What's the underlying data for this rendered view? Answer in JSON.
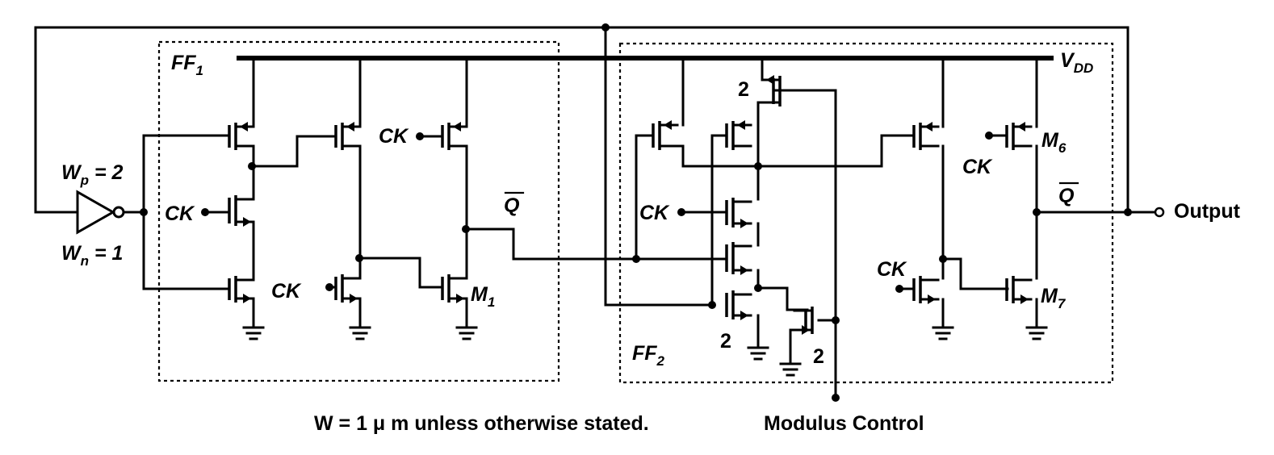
{
  "diagram": {
    "ff1_label": "FF",
    "ff1_sub": "1",
    "ff2_label": "FF",
    "ff2_sub": "2",
    "vdd_label": "V",
    "vdd_sub": "DD",
    "clock": "CK",
    "qbar": "Q",
    "m1": "M",
    "m1_sub": "1",
    "m6": "M",
    "m6_sub": "6",
    "m7": "M",
    "m7_sub": "7",
    "wp": "W",
    "wp_sub": "p",
    "wp_val": " = 2",
    "wn": "W",
    "wn_sub": "n",
    "wn_val": " = 1",
    "size_two": "2",
    "output": "Output",
    "modulus": "Modulus Control",
    "footnote": "W = 1 μ m unless otherwise stated."
  }
}
